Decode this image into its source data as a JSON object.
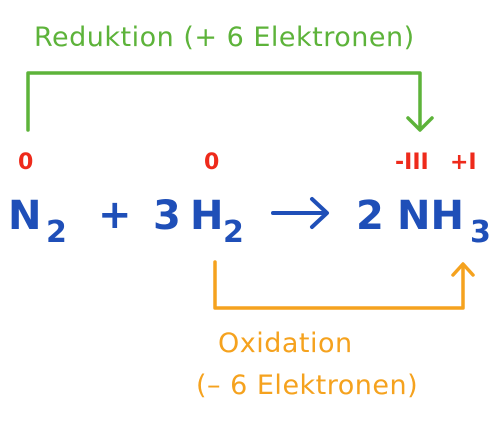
{
  "diagram": {
    "reduction_label": "Reduktion (+ 6 Elektronen)",
    "oxidation_label_line1": "Oxidation",
    "oxidation_label_line2": "(– 6 Elektronen)",
    "oxidation_numbers": {
      "n2": "0",
      "h2": "0",
      "nh3_n": "-III",
      "nh3_h": "+I"
    },
    "equation": {
      "n": "N",
      "n_sub": "2",
      "plus": "+",
      "coef_h2": "3",
      "h": "H",
      "h_sub": "2",
      "arrow": "→",
      "coef_nh3": "2",
      "nh": "NH",
      "nh_sub": "3"
    },
    "colors": {
      "reduction": "#5db33a",
      "oxidation": "#f5a21e",
      "oxidation_numbers": "#ee2a1b",
      "formula": "#1f4fb8"
    }
  }
}
